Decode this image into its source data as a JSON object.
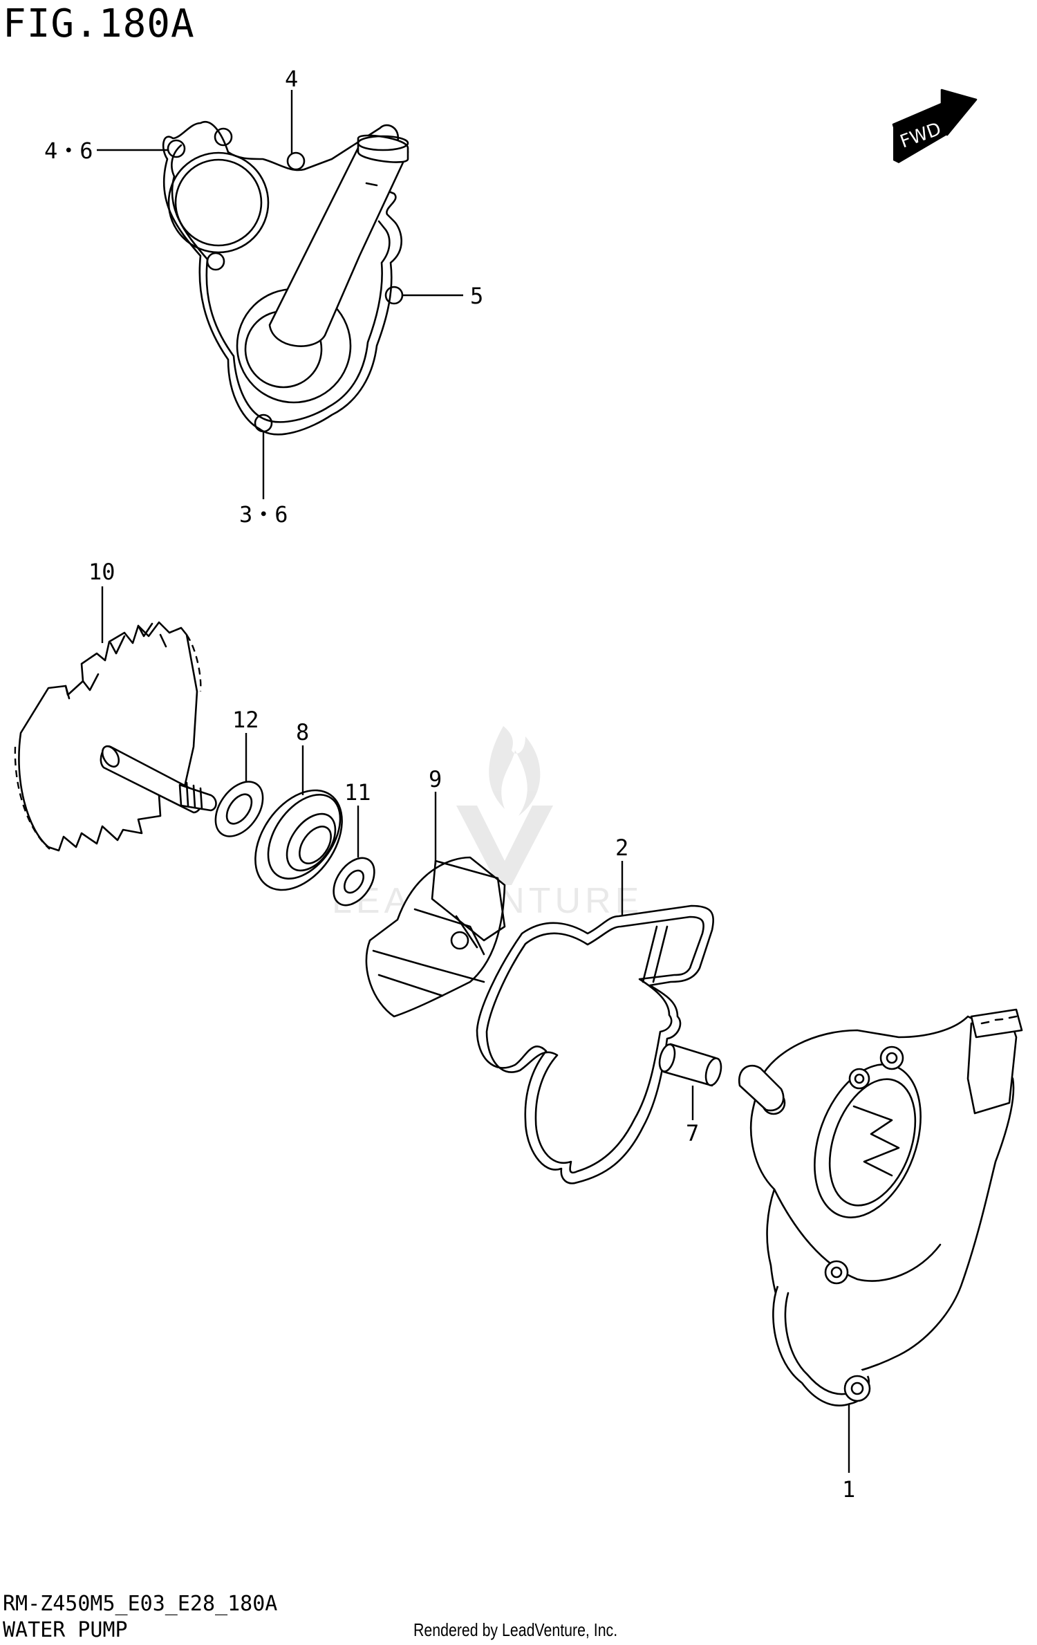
{
  "figure": {
    "title": "FIG.180A",
    "model_code": "RM-Z450M5_E03_E28_180A",
    "name": "WATER PUMP",
    "render_credit": "Rendered by LeadVenture, Inc.",
    "direction_badge": "FWD",
    "watermark_text": "LEADVENTURE"
  },
  "callouts": [
    {
      "id": "c4",
      "label": "4"
    },
    {
      "id": "c46",
      "label": "4・6"
    },
    {
      "id": "c5",
      "label": "5"
    },
    {
      "id": "c36",
      "label": "3・6"
    },
    {
      "id": "c10",
      "label": "10"
    },
    {
      "id": "c12",
      "label": "12"
    },
    {
      "id": "c8",
      "label": "8"
    },
    {
      "id": "c11",
      "label": "11"
    },
    {
      "id": "c9",
      "label": "9"
    },
    {
      "id": "c2",
      "label": "2"
    },
    {
      "id": "c7",
      "label": "7"
    },
    {
      "id": "c1",
      "label": "1"
    }
  ],
  "parts": [
    {
      "number": "1",
      "name": "pump-body"
    },
    {
      "number": "2",
      "name": "gasket"
    },
    {
      "number": "3",
      "name": "bolt"
    },
    {
      "number": "4",
      "name": "bolt"
    },
    {
      "number": "5",
      "name": "bolt"
    },
    {
      "number": "6",
      "name": "washer"
    },
    {
      "number": "7",
      "name": "dowel-pin"
    },
    {
      "number": "8",
      "name": "mechanical-seal"
    },
    {
      "number": "9",
      "name": "impeller"
    },
    {
      "number": "10",
      "name": "pump-gear-shaft"
    },
    {
      "number": "11",
      "name": "washer"
    },
    {
      "number": "12",
      "name": "oil-seal"
    }
  ],
  "colors": {
    "line": "#000000",
    "background": "#ffffff",
    "watermark": "#d9d9d9"
  }
}
